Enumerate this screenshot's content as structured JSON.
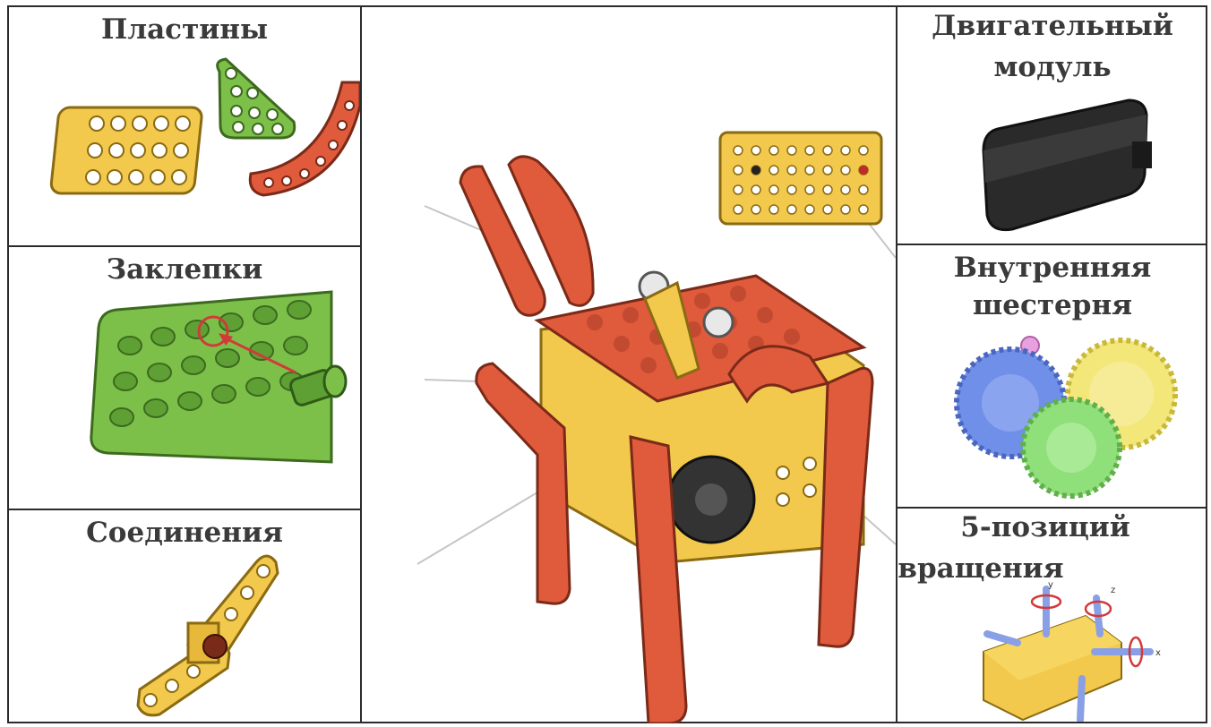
{
  "labels": {
    "plates": "Пластины",
    "rivets": "Заклепки",
    "joints": "Соединения",
    "motor_line1": "Двигательный",
    "motor_line2": "модуль",
    "gear_line1": "Внутренняя",
    "gear_line2": "шестерня",
    "rotation_line1": "5-позиций",
    "rotation_line2": "вращения"
  },
  "axis_labels": {
    "x": "x",
    "y": "y",
    "z": "z"
  },
  "colors": {
    "plate_yellow": "#f2c94c",
    "plate_green": "#7cc04a",
    "beam_red": "#e05a3c",
    "motor_black": "#2a2a2a",
    "gear_blue": "#6f8fe8",
    "gear_green": "#8fe07a",
    "gear_yellow": "#f3e77a",
    "axis_blue": "#8aa0e6",
    "ring_red": "#d23a3a"
  }
}
